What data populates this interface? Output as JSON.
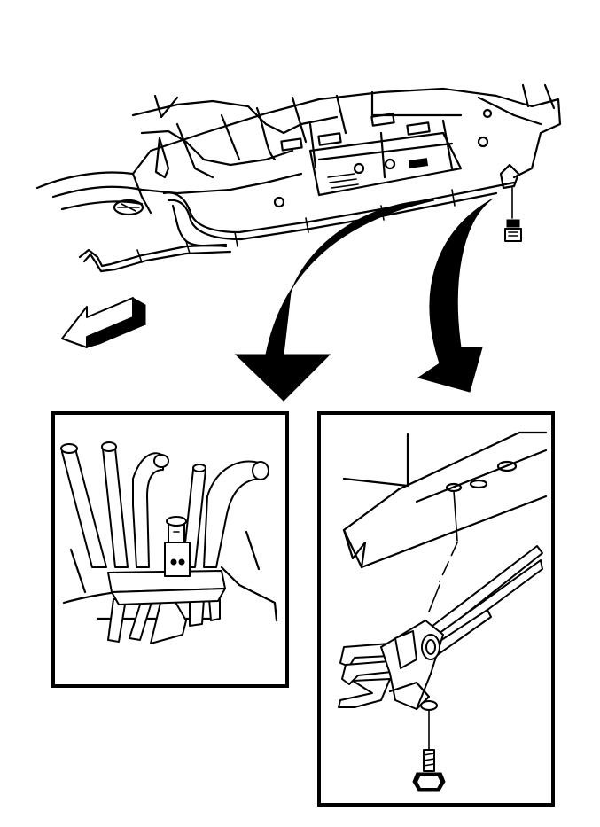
{
  "figure": {
    "background": "#ffffff",
    "line_color": "#000000",
    "icons": [
      "frame-rail-overview",
      "brake-line-bundle",
      "retainer-clip",
      "bolt-icon",
      "forward-arrow-icon",
      "callout-arrow-icon"
    ]
  },
  "detail_views": [
    {
      "id": "left",
      "depicts": "brake-lines-in-retainer-clip"
    },
    {
      "id": "right",
      "depicts": "brake-line-clip-bolted-to-frame"
    }
  ]
}
